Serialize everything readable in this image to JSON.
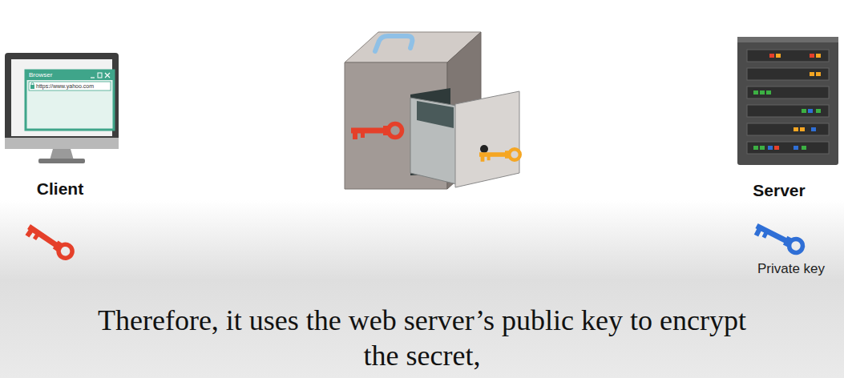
{
  "diagram": {
    "caption": "Therefore, it uses the web server’s public key to encrypt the secret,",
    "nodes": [
      {
        "text": [
          "Client"
        ]
      },
      {
        "text": [
          "Browser",
          "https://www.yahoo.com"
        ],
        "in": 0
      },
      {
        "text": [
          "Server"
        ]
      }
    ],
    "labels": [
      "Private key"
    ]
  }
}
